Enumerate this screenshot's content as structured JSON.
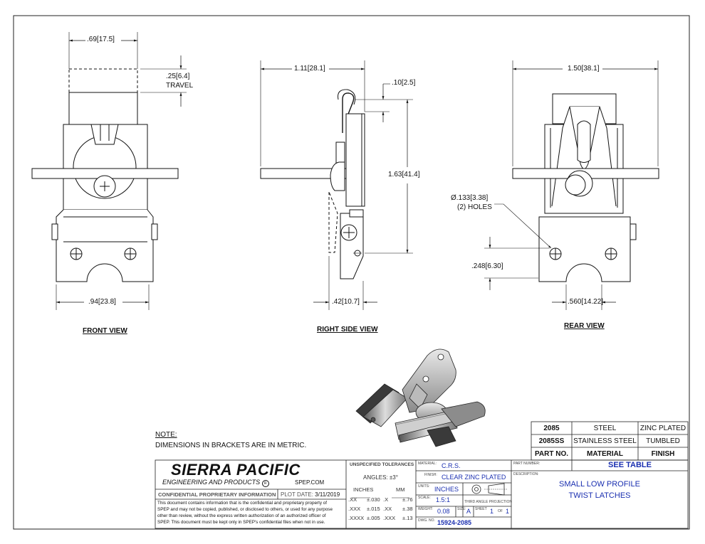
{
  "views": {
    "front": "FRONT VIEW",
    "side": "RIGHT SIDE VIEW",
    "rear": "REAR VIEW"
  },
  "dims": {
    "front_top_w": ".69",
    "front_top_w_mm": "17.5",
    "travel": ".25",
    "travel_mm": "6.4",
    "travel_label": "TRAVEL",
    "front_bottom_w": ".94",
    "front_bottom_w_mm": "23.8",
    "side_top_w": "1.11",
    "side_top_w_mm": "28.1",
    "hook": ".10",
    "hook_mm": "2.5",
    "side_h": "1.63",
    "side_h_mm": "41.4",
    "side_bottom_w": ".42",
    "side_bottom_w_mm": "10.7",
    "rear_top_w": "1.50",
    "rear_top_w_mm": "38.1",
    "hole": "Ø.133",
    "hole_mm": "3.38",
    "hole_count": "(2) HOLES",
    "hole_y": ".248",
    "hole_y_mm": "6.30",
    "rear_bottom_w": ".560",
    "rear_bottom_w_mm": "14.22"
  },
  "note": {
    "title": "NOTE:",
    "text": "DIMENSIONS IN BRACKETS ARE IN METRIC."
  },
  "table": {
    "rows": [
      [
        "2085",
        "STEEL",
        "ZINC PLATED"
      ],
      [
        "2085SS",
        "STAINLESS STEEL",
        "TUMBLED"
      ]
    ],
    "header": [
      "PART NO.",
      "MATERIAL",
      "FINISH"
    ]
  },
  "title_block": {
    "company": "SIERRA PACIFIC",
    "company_sub": "ENGINEERING AND PRODUCTS",
    "reg": "R",
    "site": "SPEP.COM",
    "confidential": "CONFIDENTIAL PROPRIETARY INFORMATION",
    "plot_label": "PLOT DATE:",
    "plot_date": "3/11/2019",
    "legal": [
      "This document contains information that is the confidential and proprietary property of",
      "SPEP and may not be copied, published, or disclosed to others, or used for any purpose",
      "other than review, without the express written authorization of an authorized officer of",
      "SPEP. This document must be kept only in SPEP's confidential files when not in use."
    ],
    "tol_title": "UNSPECIFIED TOLERANCES",
    "angles": "ANGLES: ±3°",
    "inches_hdr": "INCHES",
    "mm_hdr": "MM",
    "tol_rows": [
      [
        ".XX",
        "±.030",
        ".X",
        "±.76"
      ],
      [
        ".XXX",
        "±.015",
        ".XX",
        "±.38"
      ],
      [
        ".XXXX",
        "±.005",
        ".XXX",
        "±.13"
      ]
    ],
    "material_label": "MATERIAL:",
    "material": "C.R.S.",
    "finish_label": "FINISH:",
    "finish": "CLEAR ZINC PLATED",
    "units_label": "UNITS:",
    "units": "INCHES",
    "scale_label": "SCALE:",
    "scale": "1.5:1",
    "projection": "THIRD ANGLE PROJECTION",
    "weight_label": "WEIGHT:",
    "weight": "0.08",
    "size_label": "SIZE:",
    "size": "A",
    "sheet_label": "SHEET",
    "sheet": "1",
    "of_label": "OF",
    "sheets": "1",
    "dwg_label": "DWG. NO.",
    "dwg": "15924-2085",
    "part_label": "PART NUMBER:",
    "part": "SEE TABLE",
    "desc_label": "DESCRIPTION:",
    "desc1": "SMALL LOW PROFILE",
    "desc2": "TWIST LATCHES"
  }
}
